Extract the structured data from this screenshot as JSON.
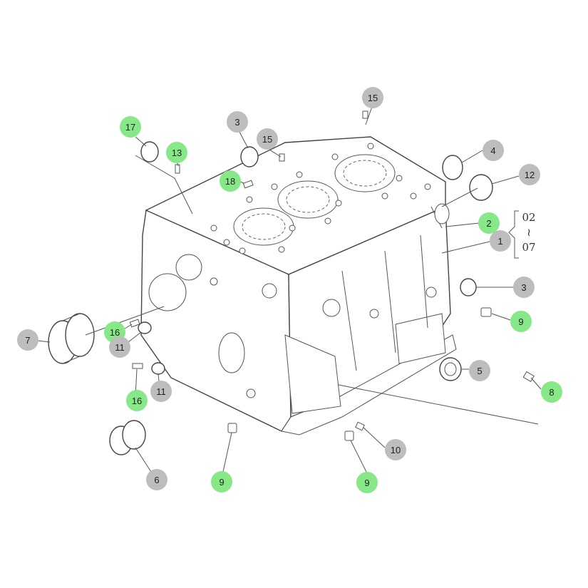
{
  "callouts": [
    {
      "id": "c-15a",
      "label": "15",
      "color": "gray"
    },
    {
      "id": "c-3a",
      "label": "3",
      "color": "gray"
    },
    {
      "id": "c-15b",
      "label": "15",
      "color": "gray"
    },
    {
      "id": "c-17",
      "label": "17",
      "color": "green"
    },
    {
      "id": "c-13",
      "label": "13",
      "color": "green"
    },
    {
      "id": "c-18",
      "label": "18",
      "color": "green"
    },
    {
      "id": "c-4",
      "label": "4",
      "color": "gray"
    },
    {
      "id": "c-12",
      "label": "12",
      "color": "gray"
    },
    {
      "id": "c-2",
      "label": "2",
      "color": "green"
    },
    {
      "id": "c-1",
      "label": "1",
      "color": "gray"
    },
    {
      "id": "c-3b",
      "label": "3",
      "color": "gray"
    },
    {
      "id": "c-9a",
      "label": "9",
      "color": "green"
    },
    {
      "id": "c-7",
      "label": "7",
      "color": "gray"
    },
    {
      "id": "c-16a",
      "label": "16",
      "color": "green"
    },
    {
      "id": "c-11a",
      "label": "11",
      "color": "gray"
    },
    {
      "id": "c-5",
      "label": "5",
      "color": "gray"
    },
    {
      "id": "c-8",
      "label": "8",
      "color": "green"
    },
    {
      "id": "c-11b",
      "label": "11",
      "color": "gray"
    },
    {
      "id": "c-16b",
      "label": "16",
      "color": "green"
    },
    {
      "id": "c-10",
      "label": "10",
      "color": "gray"
    },
    {
      "id": "c-6",
      "label": "6",
      "color": "gray"
    },
    {
      "id": "c-9b",
      "label": "9",
      "color": "green"
    },
    {
      "id": "c-9c",
      "label": "9",
      "color": "green"
    }
  ],
  "range_label": {
    "from": "02",
    "sep": "≀",
    "to": "07"
  },
  "colors": {
    "callout_gray": "#bdbdbd",
    "callout_green": "#86e886",
    "line": "#444444"
  }
}
